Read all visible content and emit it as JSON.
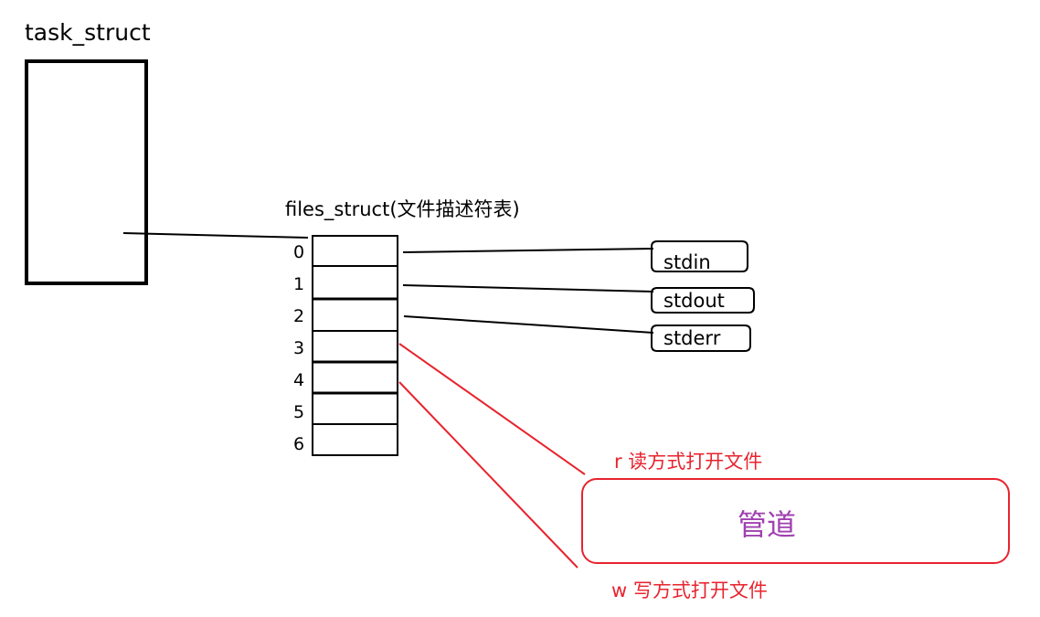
{
  "task_struct": {
    "title": "task_struct"
  },
  "files_struct": {
    "title": "files_struct(文件描述符表)",
    "indices": [
      "0",
      "1",
      "2",
      "3",
      "4",
      "5",
      "6"
    ]
  },
  "streams": {
    "stdin": "stdin",
    "stdout": "stdout",
    "stderr": "stderr"
  },
  "pipe": {
    "label": "管道",
    "read_label": "r 读方式打开文件",
    "write_label": "w 写方式打开文件"
  },
  "colors": {
    "black": "#000000",
    "red": "#e8232e",
    "purple": "#a040b0"
  }
}
